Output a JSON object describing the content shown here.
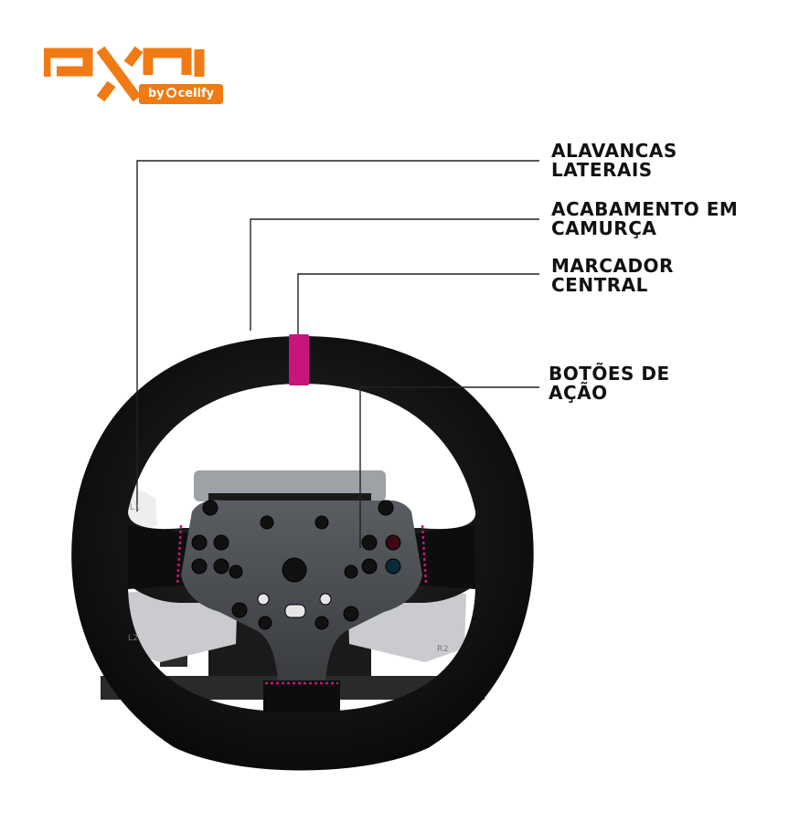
{
  "brand": {
    "logo_text": "PXN",
    "badge_prefix": "by",
    "badge_name": "cellfy",
    "colors": {
      "orange": "#f07a14",
      "accent_pink": "#c8157c"
    }
  },
  "callouts": [
    {
      "line1": "ALAVANCAS",
      "line2": "LATERAIS"
    },
    {
      "line1": "ACABAMENTO EM",
      "line2": "CAMURÇA"
    },
    {
      "line1": "MARCADOR",
      "line2": "CENTRAL"
    },
    {
      "line1": "BOTÕES DE",
      "line2": "AÇÃO"
    }
  ],
  "wheel": {
    "paddle_labels": {
      "l1": "L1",
      "l2": "L2",
      "r2": "R2"
    }
  }
}
